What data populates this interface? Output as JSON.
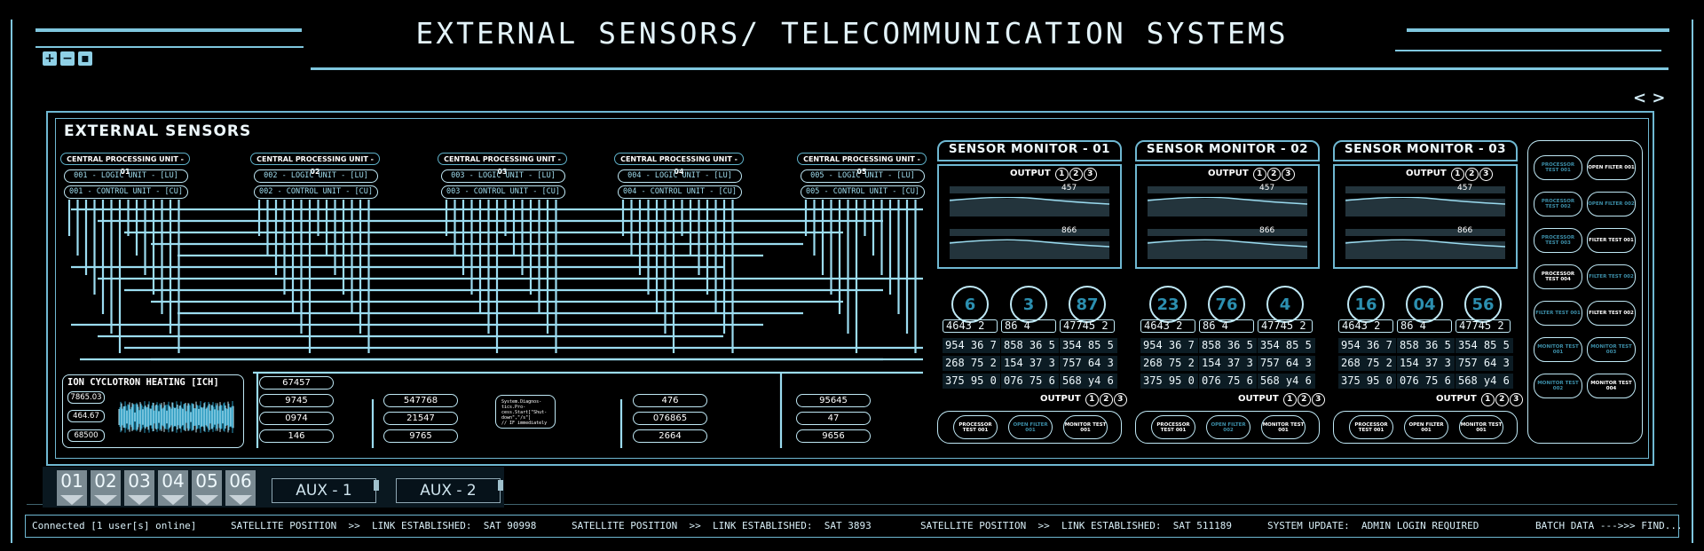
{
  "header": {
    "title": "EXTERNAL SENSORS/ TELECOMMUNICATION SYSTEMS"
  },
  "toolbar": {
    "icons": [
      "plus-icon",
      "minus-icon",
      "save-icon"
    ]
  },
  "nav": {
    "arrows": "< >"
  },
  "external_sensors": {
    "title": "EXTERNAL SENSORS",
    "cpus": [
      {
        "name": "CENTRAL PROCESSING UNIT - 01",
        "logic": "001 - LOGIC UNIT - [LU]",
        "control": "001 - CONTROL UNIT - [CU]"
      },
      {
        "name": "CENTRAL PROCESSING UNIT - 02",
        "logic": "002 - LOGIC UNIT - [LU]",
        "control": "002 - CONTROL UNIT - [CU]"
      },
      {
        "name": "CENTRAL PROCESSING UNIT - 03",
        "logic": "003 - LOGIC UNIT - [LU]",
        "control": "003 - CONTROL UNIT - [CU]"
      },
      {
        "name": "CENTRAL PROCESSING UNIT - 04",
        "logic": "004 - LOGIC UNIT - [LU]",
        "control": "004 - CONTROL UNIT - [CU]"
      },
      {
        "name": "CENTRAL PROCESSING UNIT - 05",
        "logic": "005 - LOGIC UNIT - [LU]",
        "control": "005 - CONTROL UNIT - [CU]"
      }
    ],
    "ion": {
      "title": "ION CYCLOTRON HEATING [ICH]",
      "values": [
        "7865.03",
        "464.67",
        "68500"
      ]
    },
    "value_columns": [
      [
        "67457",
        "9745",
        "0974",
        "146"
      ],
      [
        "547768",
        "21547",
        "9765"
      ],
      [
        "476",
        "076865",
        "2664"
      ],
      [
        "95645",
        "47",
        "9656"
      ]
    ],
    "diagnostic": "System.Diagnos-\ntics.Pro-\ncess.Start[\"Shut-\ndown\",\"/s\"]\n// IF immediately"
  },
  "monitors": [
    {
      "title": "SENSOR MONITOR - 01",
      "output_label": "OUTPUT",
      "output_nums": [
        "1",
        "2",
        "3"
      ],
      "readout_a": "457",
      "readout_b": "866",
      "big": [
        "6",
        "3",
        "87"
      ],
      "row_head": [
        "4643 2",
        "86 4",
        "47745 2"
      ],
      "rows": [
        [
          "954 36 7",
          "858 36 5",
          "354 85 5"
        ],
        [
          "268 75 2",
          "154 37 3",
          "757 64 3"
        ],
        [
          "375 95 0",
          "076 75 6",
          "568 y4 6"
        ]
      ],
      "lower_output": "OUTPUT",
      "buttons": [
        {
          "label": "PROCESSOR TEST 001",
          "dim": false
        },
        {
          "label": "OPEN FILTER 001",
          "dim": true
        },
        {
          "label": "MONITOR TEST 001",
          "dim": false
        }
      ]
    },
    {
      "title": "SENSOR MONITOR - 02",
      "output_label": "OUTPUT",
      "output_nums": [
        "1",
        "2",
        "3"
      ],
      "readout_a": "457",
      "readout_b": "866",
      "big": [
        "23",
        "76",
        "4"
      ],
      "row_head": [
        "4643 2",
        "86 4",
        "47745 2"
      ],
      "rows": [
        [
          "954 36 7",
          "858 36 5",
          "354 85 5"
        ],
        [
          "268 75 2",
          "154 37 3",
          "757 64 3"
        ],
        [
          "375 95 0",
          "076 75 6",
          "568 y4 6"
        ]
      ],
      "lower_output": "OUTPUT",
      "buttons": [
        {
          "label": "PROCESSOR TEST 001",
          "dim": false
        },
        {
          "label": "OPEN FILTER 002",
          "dim": true
        },
        {
          "label": "MONITOR TEST 001",
          "dim": false
        }
      ]
    },
    {
      "title": "SENSOR MONITOR - 03",
      "output_label": "OUTPUT",
      "output_nums": [
        "1",
        "2",
        "3"
      ],
      "readout_a": "457",
      "readout_b": "866",
      "big": [
        "16",
        "04",
        "56"
      ],
      "row_head": [
        "4643 2",
        "86 4",
        "47745 2"
      ],
      "rows": [
        [
          "954 36 7",
          "858 36 5",
          "354 85 5"
        ],
        [
          "268 75 2",
          "154 37 3",
          "757 64 3"
        ],
        [
          "375 95 0",
          "076 75 6",
          "568 y4 6"
        ]
      ],
      "lower_output": "OUTPUT",
      "buttons": [
        {
          "label": "PROCESSOR TEST 001",
          "dim": false
        },
        {
          "label": "OPEN FILTER 001",
          "dim": false
        },
        {
          "label": "MONITOR TEST 001",
          "dim": false
        }
      ]
    }
  ],
  "side_buttons": [
    {
      "label": "PROCESSOR TEST 001",
      "dim": true
    },
    {
      "label": "OPEN FILTER 001",
      "dim": false
    },
    {
      "label": "PROCESSOR TEST 002",
      "dim": true
    },
    {
      "label": "OPEN FILTER 002",
      "dim": true
    },
    {
      "label": "PROCESSOR TEST 003",
      "dim": true
    },
    {
      "label": "FILTER TEST 001",
      "dim": false
    },
    {
      "label": "PROCESSOR TEST 004",
      "dim": false
    },
    {
      "label": "FILTER TEST 002",
      "dim": true
    },
    {
      "label": "FILTER TEST 001",
      "dim": true
    },
    {
      "label": "FILTER TEST 002",
      "dim": false
    },
    {
      "label": "MONITOR TEST 001",
      "dim": true
    },
    {
      "label": "MONITOR TEST 003",
      "dim": true
    },
    {
      "label": "MONITOR TEST 002",
      "dim": true
    },
    {
      "label": "MONITOR TEST 004",
      "dim": false
    }
  ],
  "bottom": {
    "tabs": [
      "01",
      "02",
      "03",
      "04",
      "05",
      "06"
    ],
    "aux": [
      "AUX - 1",
      "AUX - 2"
    ]
  },
  "status": {
    "connected": "Connected [1 user[s] online]",
    "sat1": "SATELLITE POSITION  >>  LINK ESTABLISHED:  SAT 90998",
    "sat2": "SATELLITE POSITION  >>  LINK ESTABLISHED:  SAT 3893",
    "sat3": "SATELLITE POSITION  >>  LINK ESTABLISHED:  SAT 511189",
    "update": "SYSTEM UPDATE:  ADMIN LOGIN REQUIRED",
    "batch": "BATCH DATA --->>> FIND..."
  }
}
